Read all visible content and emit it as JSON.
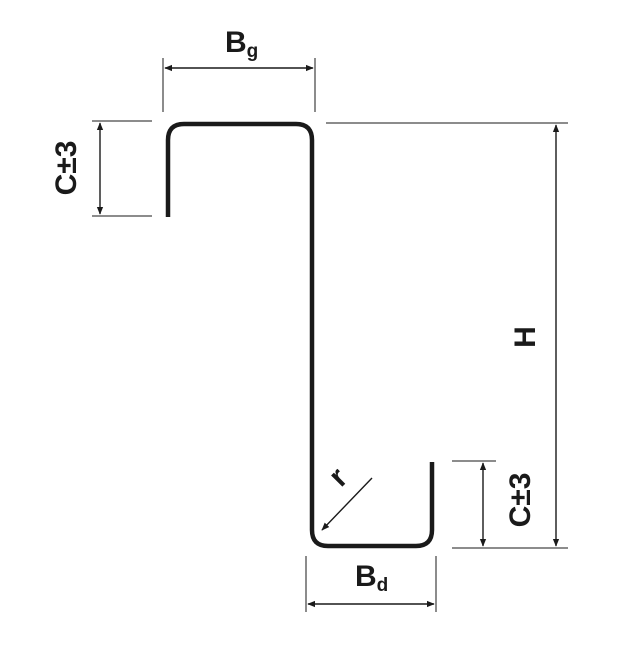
{
  "labels": {
    "top_flange": {
      "main": "B",
      "sub": "g"
    },
    "bottom_flange": {
      "main": "B",
      "sub": "d"
    },
    "height": "H",
    "lip_top": "C±3",
    "lip_bottom": "C±3",
    "radius": "r"
  },
  "colors": {
    "profile": "#1a1a1a",
    "dimension": "#1a1a1a",
    "background": "#ffffff"
  }
}
